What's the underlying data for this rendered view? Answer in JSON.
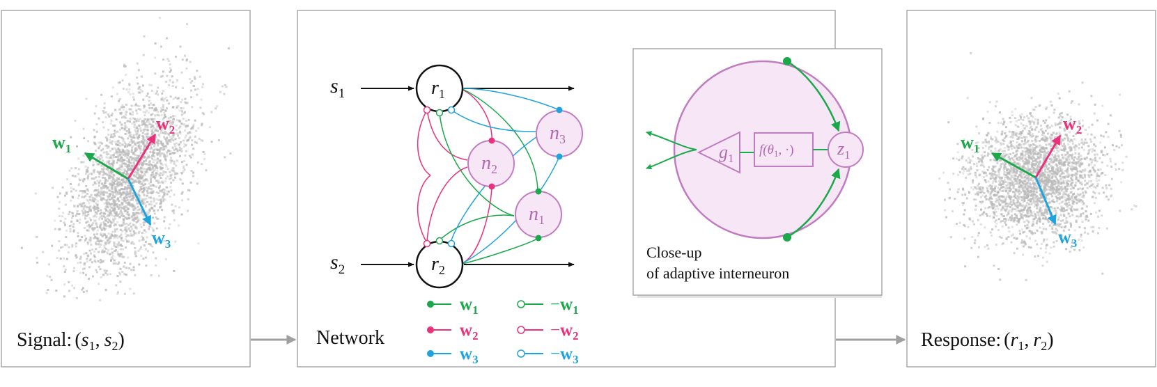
{
  "colors": {
    "green": "#1aa84a",
    "pink": "#e8327c",
    "blue": "#1fa3dc",
    "purple": "#c07cc0",
    "node_fill": "#f7e6f5",
    "scatter": "#b9b9b9",
    "panel_border": "#a8a8a8",
    "arrow_gray": "#a0a0a0"
  },
  "signal_panel": {
    "label": "Signal:",
    "pair_open": "(",
    "s": "s",
    "sub1": "1",
    "comma": ",",
    "sub2": "2",
    "pair_close": ")"
  },
  "response_panel": {
    "label": "Response:",
    "pair_open": "(",
    "r": "r",
    "sub1": "1",
    "comma": ",",
    "sub2": "2",
    "pair_close": ")"
  },
  "vectors": {
    "w": "w",
    "sub1": "1",
    "sub2": "2",
    "sub3": "3"
  },
  "network_panel": {
    "label": "Network",
    "s": "s",
    "r": "r",
    "n": "n",
    "sub1": "1",
    "sub2": "2",
    "sub3": "3"
  },
  "legend": {
    "w": "w",
    "minus": "−",
    "sub1": "1",
    "sub2": "2",
    "sub3": "3"
  },
  "closeup": {
    "g": "g",
    "g_sub": "1",
    "f_open": "f(",
    "theta": "θ",
    "theta_sub": "1",
    "f_close": ", ·)",
    "z": "z",
    "z_sub": "1",
    "caption_line1": "Close-up",
    "caption_line2": "of adaptive interneuron"
  }
}
